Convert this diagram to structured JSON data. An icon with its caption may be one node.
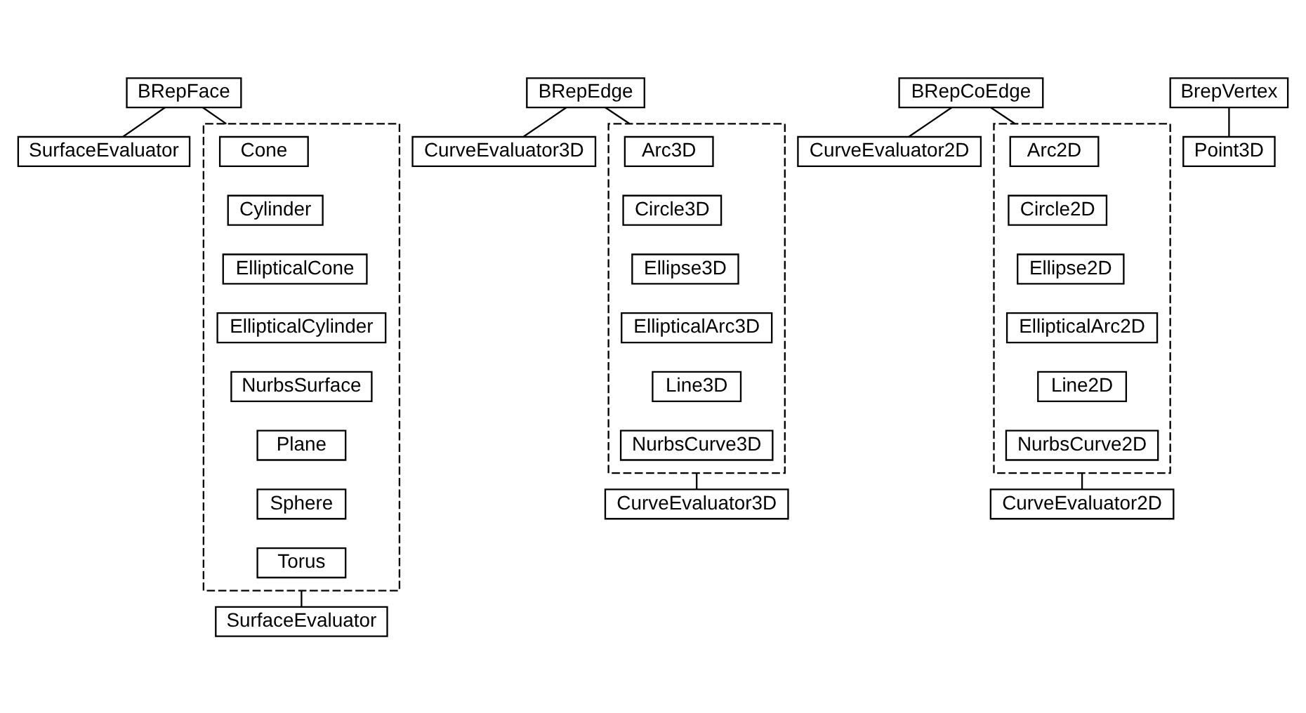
{
  "diagram": {
    "nodes": [
      {
        "text": [
          "BRepFace"
        ]
      },
      {
        "text": [
          "SurfaceEvaluator"
        ]
      },
      {
        "text": [],
        "shape": "box"
      },
      {
        "text": [
          "Cone"
        ],
        "in": 2
      },
      {
        "text": [
          "Cylinder"
        ],
        "in": 2
      },
      {
        "text": [
          "EllipticalCone"
        ],
        "in": 2
      },
      {
        "text": [
          "EllipticalCylinder"
        ],
        "in": 2
      },
      {
        "text": [
          "NurbsSurface"
        ],
        "in": 2
      },
      {
        "text": [
          "Plane"
        ],
        "in": 2
      },
      {
        "text": [
          "Sphere"
        ],
        "in": 2
      },
      {
        "text": [
          "Torus"
        ],
        "in": 2
      },
      {
        "text": [
          "SurfaceEvaluator"
        ]
      },
      {
        "text": [
          "BRepEdge"
        ]
      },
      {
        "text": [
          "CurveEvaluator3D"
        ]
      },
      {
        "text": [],
        "shape": "box"
      },
      {
        "text": [
          "Arc3D"
        ],
        "in": 14
      },
      {
        "text": [
          "Circle3D"
        ],
        "in": 14
      },
      {
        "text": [
          "Ellipse3D"
        ],
        "in": 14
      },
      {
        "text": [
          "EllipticalArc3D"
        ],
        "in": 14
      },
      {
        "text": [
          "Line3D"
        ],
        "in": 14
      },
      {
        "text": [
          "NurbsCurve3D"
        ],
        "in": 14
      },
      {
        "text": [
          "CurveEvaluator3D"
        ]
      },
      {
        "text": [
          "BRepCoEdge"
        ]
      },
      {
        "text": [
          "CurveEvaluator2D"
        ]
      },
      {
        "text": [],
        "shape": "box"
      },
      {
        "text": [
          "Arc2D"
        ],
        "in": 24
      },
      {
        "text": [
          "Circle2D"
        ],
        "in": 24
      },
      {
        "text": [
          "Ellipse2D"
        ],
        "in": 24
      },
      {
        "text": [
          "EllipticalArc2D"
        ],
        "in": 24
      },
      {
        "text": [
          "Line2D"
        ],
        "in": 24
      },
      {
        "text": [
          "NurbsCurve2D"
        ],
        "in": 24
      },
      {
        "text": [
          "CurveEvaluator2D"
        ]
      },
      {
        "text": [
          "BrepVertex"
        ]
      },
      {
        "text": [
          "Point3D"
        ]
      }
    ],
    "edges": [
      {
        "from": 0,
        "to": 1,
        "arrow": "none"
      },
      {
        "from": 0,
        "to": 2,
        "arrow": "none"
      },
      {
        "from": 2,
        "to": 11,
        "arrow": "none"
      },
      {
        "from": 12,
        "to": 13,
        "arrow": "none"
      },
      {
        "from": 12,
        "to": 14,
        "arrow": "none"
      },
      {
        "from": 14,
        "to": 21,
        "arrow": "none"
      },
      {
        "from": 22,
        "to": 23,
        "arrow": "none"
      },
      {
        "from": 22,
        "to": 24,
        "arrow": "none"
      },
      {
        "from": 24,
        "to": 31,
        "arrow": "none"
      },
      {
        "from": 32,
        "to": 33,
        "arrow": "none"
      }
    ]
  }
}
